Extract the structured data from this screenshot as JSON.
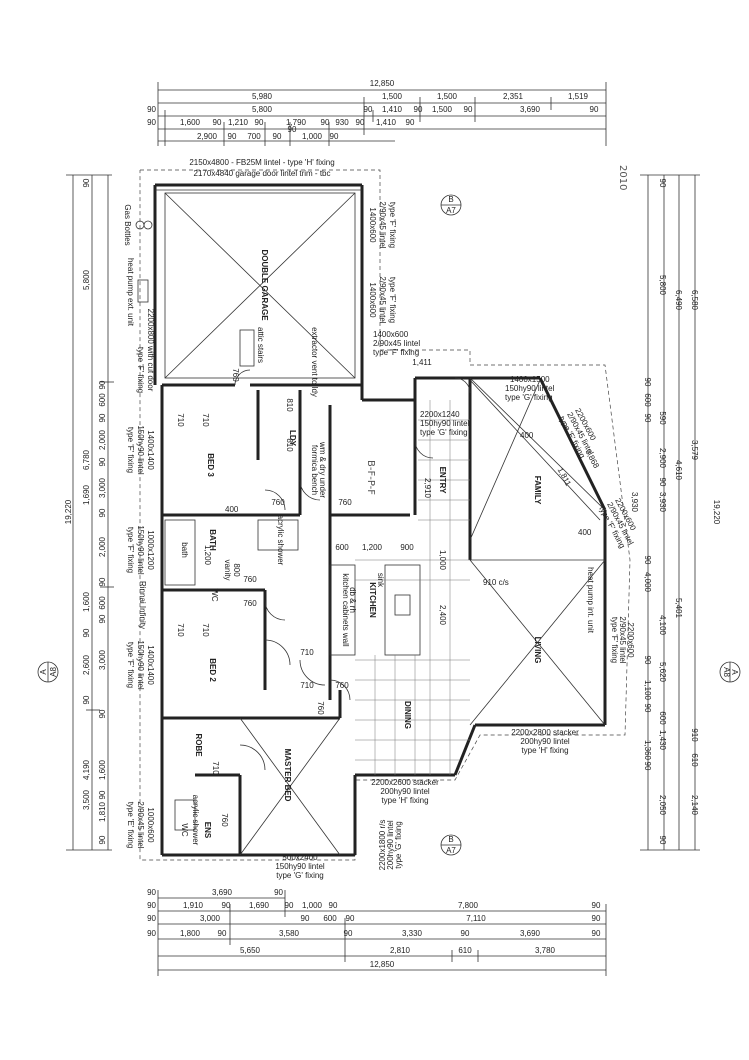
{
  "dimensions": {
    "top": {
      "row1": [
        "12,850"
      ],
      "row2": [
        "5,980",
        "1,500",
        "1,500",
        "2,351",
        "1,519"
      ],
      "row3": [
        "90",
        "5,800",
        "90",
        "1,410",
        "90",
        "1,500",
        "90",
        "3,690",
        "90"
      ],
      "row4": [
        "90",
        "1,600",
        "90",
        "1,210",
        "90",
        "1,790",
        "90",
        "930",
        "90",
        "1,410",
        "90"
      ],
      "row5": [
        "2,900",
        "90",
        "700",
        "90",
        "1,000",
        "90"
      ],
      "row5_top": [
        "90"
      ]
    },
    "bottom": {
      "row1": [
        "90",
        "3,690",
        "90"
      ],
      "row2": [
        "90",
        "1,910",
        "90",
        "1,690",
        "90",
        "1,000",
        "90",
        "7,800",
        "90"
      ],
      "row3": [
        "90",
        "3,000",
        "90",
        "600",
        "90",
        "7,110",
        "90"
      ],
      "row4": [
        "90",
        "1,800",
        "90",
        "3,580",
        "90",
        "3,330",
        "90",
        "3,690",
        "90"
      ],
      "row5": [
        "5,650",
        "2,810",
        "610",
        "3,780"
      ],
      "row6": [
        "12,850"
      ]
    },
    "left": {
      "outer": [
        "90",
        "5,800",
        "90",
        "600",
        "90",
        "2,000",
        "90",
        "3,000",
        "90",
        "2,000",
        "90",
        "600",
        "90",
        "3,000",
        "90",
        "1,600",
        "90",
        "1,810",
        "90"
      ],
      "mid": [
        "1,690",
        "1,600",
        "90",
        "2,600",
        "90",
        "3,500"
      ],
      "inner": [
        "6,780",
        "4,190"
      ],
      "total": [
        "19,220"
      ]
    },
    "right": {
      "outer": [
        "90",
        "5,800",
        "90",
        "600",
        "90",
        "3,930",
        "90",
        "4,000",
        "90",
        "1,100",
        "90",
        "1,360",
        "90",
        "2,050",
        "90"
      ],
      "mid": [
        "6,490",
        "590",
        "2,900",
        "90",
        "5,620",
        "600",
        "1,430"
      ],
      "inner": [
        "6,580",
        "3,579",
        "4,610",
        "5,401",
        "4,100",
        "910",
        "610",
        "2,140"
      ],
      "total": [
        "19,220"
      ]
    }
  },
  "rooms": {
    "garage": "DOUBLE GARAGE",
    "bed3": "BED 3",
    "bath": "BATH",
    "bed2": "BED 2",
    "robe": "ROBE",
    "master": "MASTER BED",
    "kitchen": "KITCHEN",
    "dining": "DINING",
    "family": "FAMILY",
    "living": "LIVING",
    "entry": "ENTRY",
    "ldy": "LDY",
    "ens": "ENS",
    "wc1": "WC",
    "wc2": "WC"
  },
  "annotations": {
    "garage_lintel": "2150x4800 - FB25M lintel - type 'H' fixing",
    "garage_trim": "2170x4840 garage door lintel trim - tbc",
    "gas": "Gas Bottles",
    "hp_ext": "heat pump ext. unit",
    "w1400_600_a": "1400x600",
    "lintel_290_a": "2/90x45 lintel",
    "fixF_a": "type 'F' fixing",
    "w1400_600_b": "1400x600",
    "lintel_290_b": "2/90x45 lintel",
    "fixF_b": "type 'F' fixing",
    "w1400_600_c": "1400x600",
    "lintel_290_c": "2/90x45 lintel",
    "fixF_c": "type 'F' fixing",
    "cut_door_1": "2200x800 with cut door",
    "cut_door_2": "type 'F' fixing",
    "attic": "attic stairs",
    "extractor": "extractor vent to ldy",
    "formica": "formica bench",
    "dry_under": "wm & dry under",
    "w1400_1500": "1400x1500",
    "lintel_150_a": "150hy90 lintel",
    "fixG_a": "type 'G' fixing",
    "w2200_1240": "2200x1240",
    "lintel_150_b": "150hy90 lintel",
    "fixG_b": "type 'G' fixing",
    "w2200_600_a": "2200x600",
    "lintel_290_d": "2/90x45 lintel",
    "fixF_d": "type 'F' fixing",
    "w2200_600_b": "2200x600",
    "lintel_290_e": "2/90x45 lintel",
    "fixF_e": "type 'F' fixing",
    "w1400_1400_a": "1400x1400",
    "lintel_150_c": "150hy90 lintel",
    "fixF_f": "type 'F' fixing",
    "w1000_1200": "1000x1200",
    "lintel_150_d": "150hy90 lintel",
    "fixF_g": "type 'F' fixing",
    "rinnai": "Rinnai Infinity",
    "w1400_1400_b": "1400x1400",
    "lintel_150_e": "150hy90 lintel",
    "fixF_h": "type 'F' fixing",
    "w1000_600": "1000x600",
    "lintel_290_f": "2/90x45 lintel",
    "fixE": "type 'E' fixing",
    "w500_2400": "500x2400",
    "lintel_150_f": "150hy90 lintel",
    "fixG_c": "type 'G' fixing",
    "w2200_2600": "2200x2600 stacker",
    "lintel_200_a": "200hy90 lintel",
    "fixH_a": "type 'H' fixing",
    "w2200_2800": "2200x2800 stacker",
    "lintel_200_b": "200hy90 lintel",
    "fixH_b": "type 'H' fixing",
    "w2200_1800": "2200x1800 r/s",
    "lintel_200_c": "200hy90 lintel",
    "fixG_d": "type 'G' fixing",
    "w2200_600_c": "2200x600",
    "lintel_290_g": "2/90x45 lintel",
    "fixF_i": "type 'F' fixing",
    "hp_int": "heat pump int. unit",
    "kitchen_cab": "kitchen cabinets wall",
    "sink": "sink",
    "fridge": "db & rh",
    "bath_item": "bath",
    "vanity": "vanity",
    "shower": "acrylic shower",
    "shower2": "acrylic shower",
    "dimension_910": "910 c/s",
    "dimension_400a": "400",
    "dimension_400b": "400",
    "dimension_400c": "400",
    "c_1200": "1,200",
    "c_900": "900",
    "c_600": "600",
    "c_1000": "1,000",
    "c_2400": "2,400",
    "c_2910": "2,910",
    "c_3868": "3,868",
    "c_1811": "1,811",
    "c_3930": "3,930",
    "c_1411": "1,411",
    "c_800": "800",
    "c_200": "1,200",
    "hand1": "2010",
    "hand2": "B-F-P-F"
  },
  "door_widths": [
    "760",
    "810",
    "810",
    "710",
    "710",
    "760",
    "760",
    "760",
    "760",
    "710",
    "710",
    "710",
    "710",
    "760",
    "760",
    "710",
    "760"
  ],
  "sections": {
    "b_top": "B",
    "b_top_sub": "A7",
    "b_bottom": "B",
    "b_bottom_sub": "A7",
    "a_left": "A",
    "a_left_sub": "A8",
    "a_right": "A",
    "a_right_sub": "A8"
  }
}
